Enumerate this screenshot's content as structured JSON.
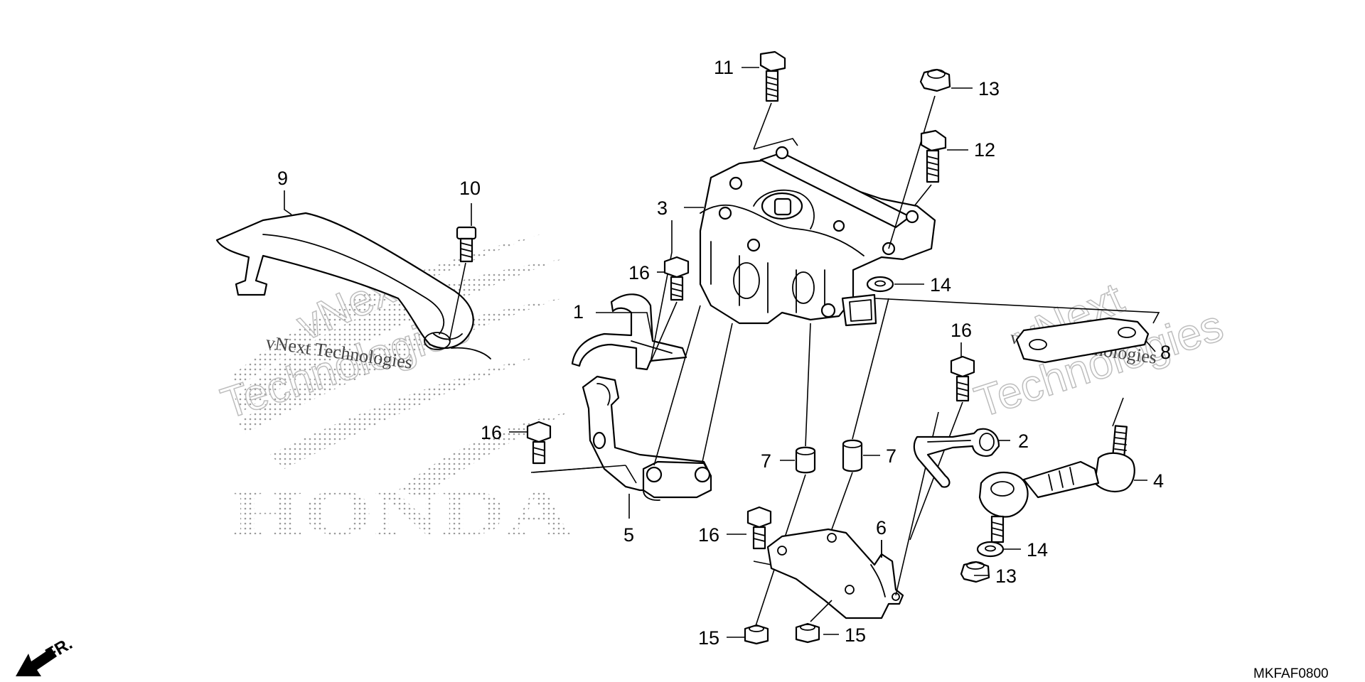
{
  "diagram": {
    "callouts": [
      "1",
      "2",
      "3",
      "4",
      "5",
      "6",
      "7",
      "7",
      "8",
      "9",
      "10",
      "11",
      "12",
      "13",
      "13",
      "14",
      "14",
      "15",
      "15",
      "16",
      "16",
      "16",
      "16"
    ],
    "brand_watermark": "HONDA",
    "watermark_lines": [
      "vNext Technologies",
      "vNext",
      "Technologies"
    ],
    "drawing_code": "MKFAF0800",
    "direction_label": "FR."
  }
}
